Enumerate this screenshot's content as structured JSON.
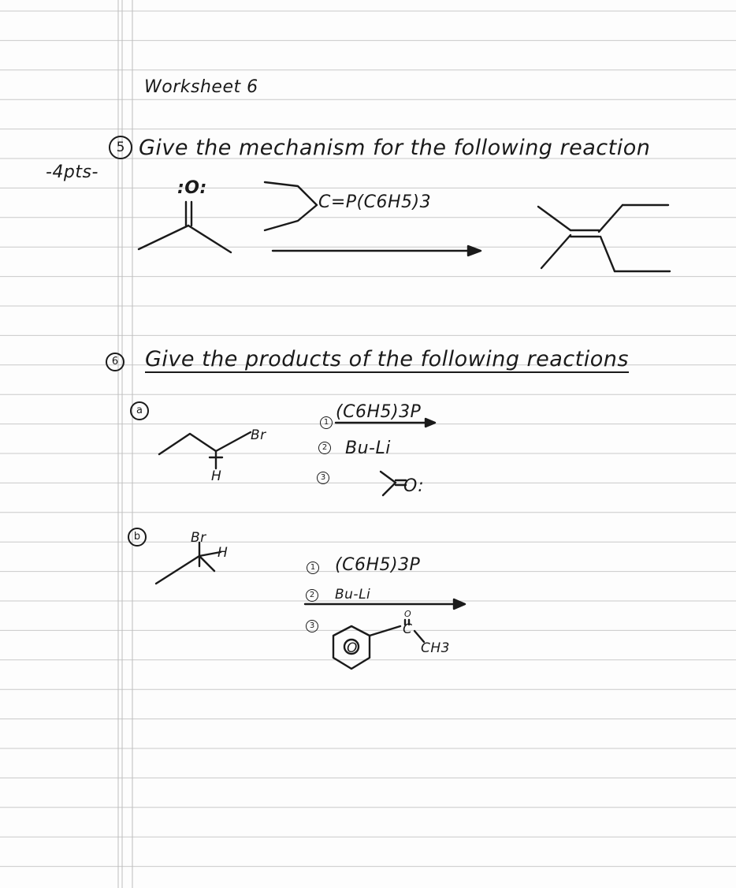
{
  "title": "Worksheet 6",
  "points": "-4pts-",
  "q5": {
    "number": "5",
    "prompt": "Give the mechanism for the following reaction",
    "carbonyl_label": ":O:",
    "ylide_label": "C=P(C6H5)3"
  },
  "q6": {
    "number": "6",
    "prompt": "Give the products of the following reactions",
    "part_a": {
      "letter": "a",
      "substituent_label": "Br",
      "h_label": "H",
      "step1_num": "1",
      "step1": "(C6H5)3P",
      "step2_num": "2",
      "step2": "Bu-Li",
      "step3_num": "3",
      "carbonyl_label": "O:"
    },
    "part_b": {
      "letter": "b",
      "br_label": "Br",
      "h_label": "H",
      "step1_num": "1",
      "step1": "(C6H5)3P",
      "step2_num": "2",
      "step2": "Bu-Li",
      "step3_num": "3",
      "ring_label": "O",
      "carbonyl_o": "O",
      "carbonyl_c": "C",
      "methyl_label": "CH3"
    }
  }
}
